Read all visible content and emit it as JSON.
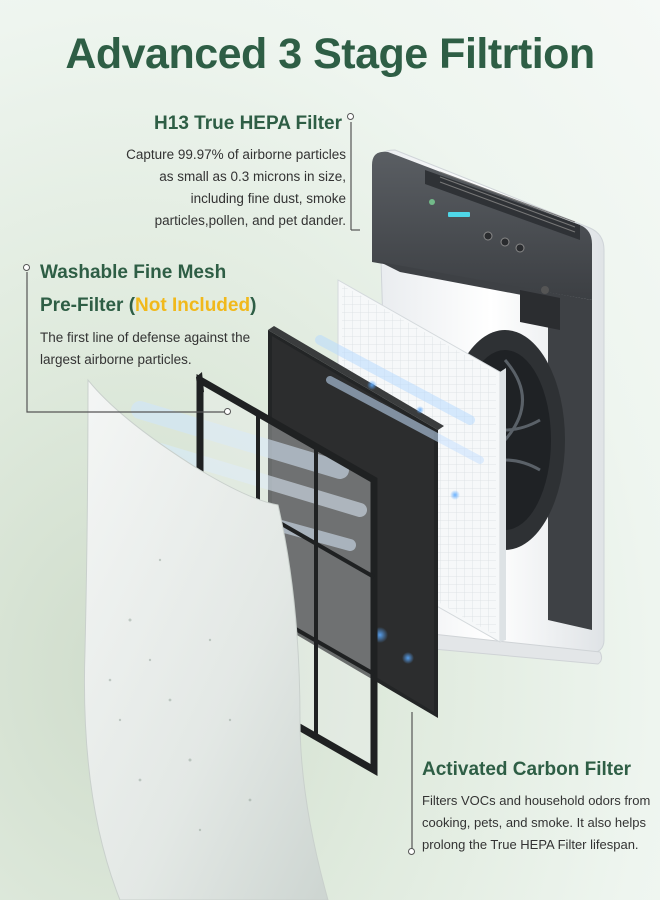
{
  "title": "Advanced 3 Stage Filtrtion",
  "hepa": {
    "heading": "H13 True HEPA Filter",
    "lines": [
      "Capture 99.97% of airborne particles",
      "as small as 0.3 microns in size,",
      "including fine dust, smoke",
      "particles,pollen, and pet dander."
    ]
  },
  "mesh": {
    "heading_line1": "Washable Fine Mesh",
    "heading_line2_prefix": "Pre-Filter (",
    "heading_highlight": "Not Included",
    "heading_line2_suffix": ")",
    "lines": [
      "The first line of defense against the",
      "largest airborne particles."
    ]
  },
  "carbon": {
    "heading": "Activated Carbon Filter",
    "lines": [
      "Filters VOCs and household odors from",
      "cooking, pets, and smoke. It also helps",
      "prolong the True HEPA Filter lifespan."
    ]
  },
  "colors": {
    "heading_green": "#2e5e45",
    "highlight_yellow": "#f1b91b",
    "device_gray": "#4a4d52"
  }
}
